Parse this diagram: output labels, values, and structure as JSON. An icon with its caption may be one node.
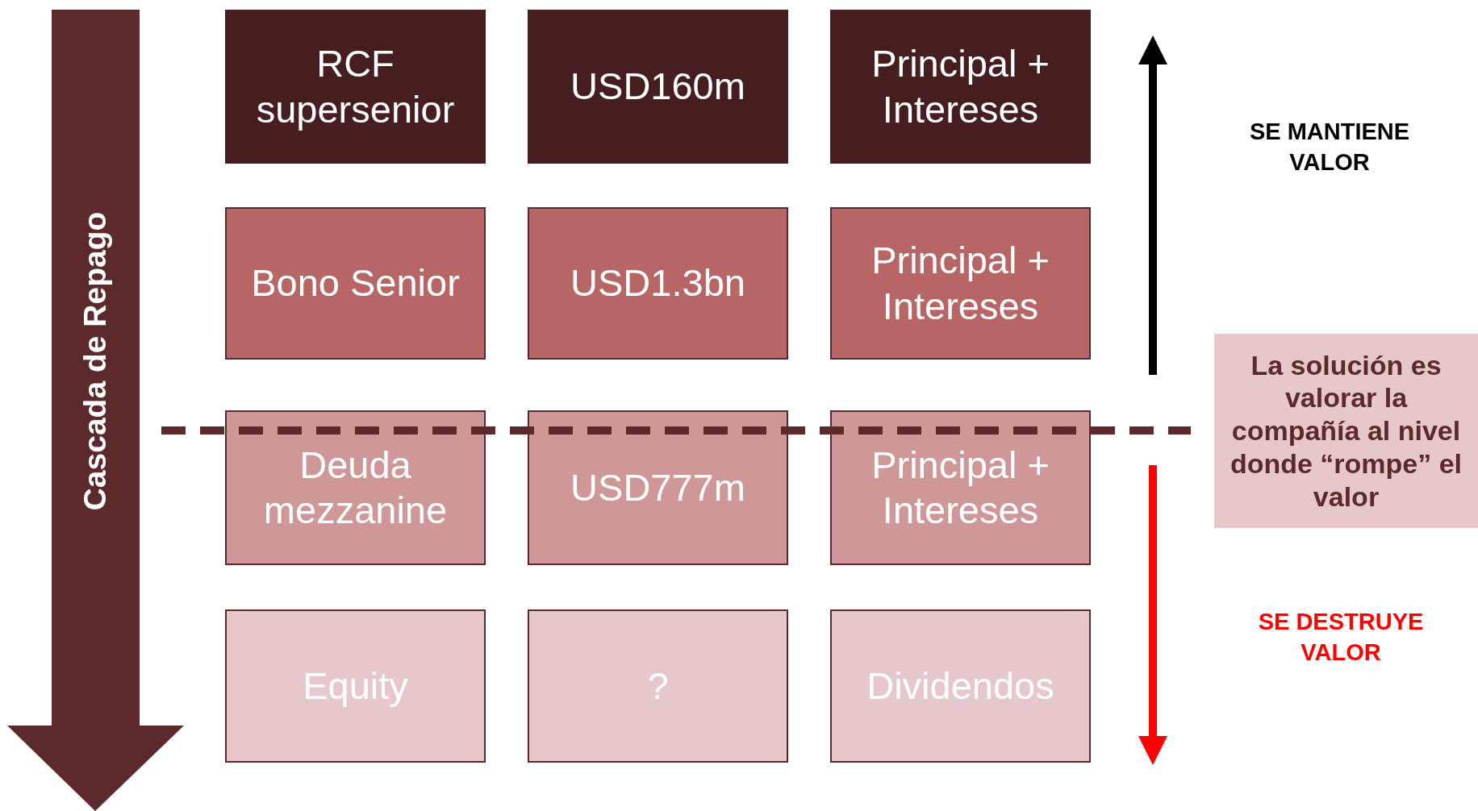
{
  "diagram": {
    "nodes": [
      {
        "text": [
          "Cascada de Repago"
        ]
      },
      {
        "text": [
          "RCF supersenior"
        ]
      },
      {
        "text": [
          "USD160m"
        ]
      },
      {
        "text": [
          "Principal + Intereses"
        ]
      },
      {
        "text": [
          "Bono Senior"
        ]
      },
      {
        "text": [
          "USD1.3bn"
        ]
      },
      {
        "text": [
          "Principal + Intereses"
        ]
      },
      {
        "text": [
          "Deuda mezzanine"
        ]
      },
      {
        "text": [
          "USD777m"
        ]
      },
      {
        "text": [
          "Principal + Intereses"
        ]
      },
      {
        "text": [
          "Equity"
        ]
      },
      {
        "text": [
          "?"
        ]
      },
      {
        "text": [
          "Dividendos"
        ]
      },
      {
        "text": [
          "La solución es valorar la compañía al nivel donde “rompe” el valor"
        ]
      }
    ],
    "edges": [],
    "labels": [
      "SE MANTIENE VALOR",
      "SE DESTRUYE VALOR"
    ]
  }
}
